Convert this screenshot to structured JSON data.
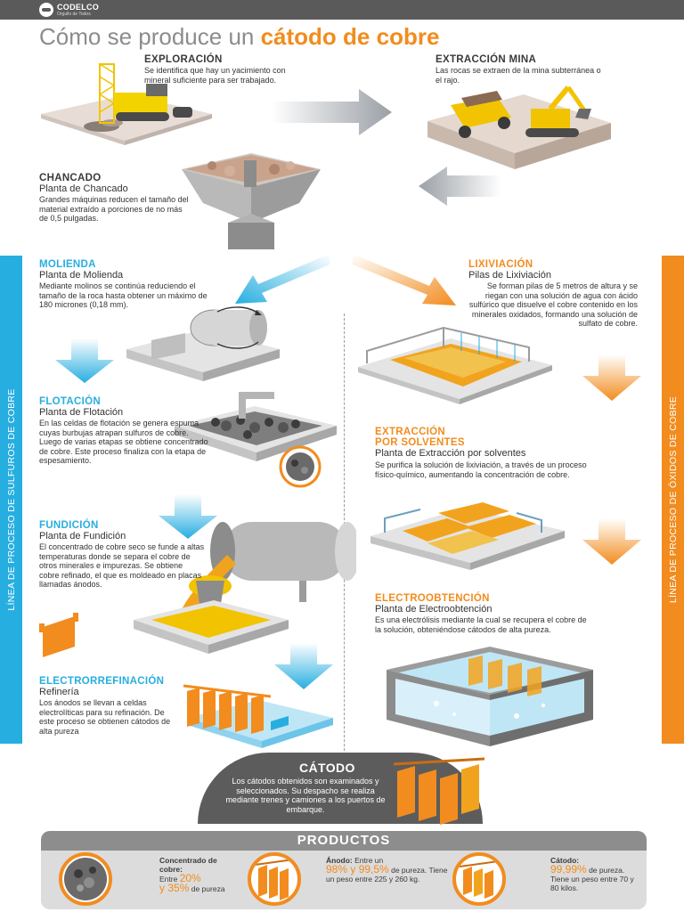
{
  "brand": {
    "name": "CODELCO",
    "tagline": "Orgullo de Todos"
  },
  "title": {
    "part1": "Cómo se produce un ",
    "part2": "cátodo de cobre"
  },
  "colors": {
    "blue": "#27aee0",
    "orange": "#f28c1e",
    "grey": "#8c8c8c",
    "dark": "#5c5c5c"
  },
  "side_labels": {
    "left": "LÍNEA DE PROCESO DE SULFUROS DE COBRE",
    "right": "LÍNEA DE PROCESO DE ÓXIDOS DE COBRE"
  },
  "exploracion": {
    "title": "EXPLORACIÓN",
    "desc": "Se identifica que hay un yacimiento con mineral suficiente para ser trabajado."
  },
  "extraccion_mina": {
    "title": "EXTRACCIÓN MINA",
    "desc": "Las rocas se extraen de la mina subterránea o el rajo."
  },
  "chancado": {
    "title": "CHANCADO",
    "subtitle": "Planta de Chancado",
    "desc": "Grandes máquinas reducen el tamaño del material extraído a porciones de no más de 0,5 pulgadas."
  },
  "molienda": {
    "title": "MOLIENDA",
    "subtitle": "Planta de Molienda",
    "desc": "Mediante molinos se continúa reduciendo el tamaño de la roca hasta obtener un máximo de 180 micrones (0,18 mm)."
  },
  "flotacion": {
    "title": "FLOTACIÓN",
    "subtitle": "Planta de Flotación",
    "desc": "En las celdas de flotación se genera espuma cuyas burbujas atrapan sulfuros de cobre. Luego de varias etapas se obtiene concentrado de cobre. Este proceso finaliza con la etapa de espesamiento."
  },
  "fundicion": {
    "title": "FUNDICIÓN",
    "subtitle": "Planta de Fundición",
    "desc": "El concentrado de cobre seco se funde a altas temperaturas donde se separa el cobre de otros minerales e impurezas. Se obtiene cobre refinado, el que es moldeado en placas llamadas ánodos."
  },
  "electrorrefinacion": {
    "title": "ELECTRORREFINACIÓN",
    "subtitle": "Refinería",
    "desc": "Los ánodos se llevan a celdas electrolíticas para su refinación. De este proceso se obtienen cátodos de alta pureza"
  },
  "lixiviacion": {
    "title": "LIXIVIACIÓN",
    "subtitle": "Pilas de Lixiviación",
    "desc": "Se forman pilas de 5 metros de altura y se riegan con una solución de agua con ácido sulfúrico que disuelve el cobre contenido en los minerales oxidados, formando una solución de sulfato de cobre."
  },
  "extraccion_solventes": {
    "title1": "EXTRACCIÓN",
    "title2": "POR SOLVENTES",
    "subtitle": "Planta de Extracción por solventes",
    "desc": "Se purifica la solución de lixiviación, a través de un proceso físico-químico, aumentando la concentración de cobre."
  },
  "electroobtencion": {
    "title": "ELECTROOBTENCIÓN",
    "subtitle": "Planta de Electroobtención",
    "desc": "Es una electrólisis mediante la cual se recupera el cobre de la solución, obteniéndose cátodos de alta pureza."
  },
  "catodo": {
    "title": "CÁTODO",
    "desc": "Los cátodos obtenidos son examinados y seleccionados. Su despacho se realiza mediante trenes y camiones a los puertos de embarque."
  },
  "productos": {
    "title": "PRODUCTOS",
    "items": [
      {
        "label": "Concentrado de cobre:",
        "prefix": "Entre ",
        "value1": "20%",
        "mid": " y ",
        "value2": "35%",
        "suffix": " de pureza"
      },
      {
        "label": "Ánodo:",
        "prefix": " Entre un ",
        "value1": "98%",
        "mid": " y ",
        "value2": "99,5%",
        "suffix": " de pureza. Tiene un peso entre 225 y 260 kg."
      },
      {
        "label": "Cátodo:",
        "value1": "99,99%",
        "suffix": " de pureza. Tiene un peso entre 70 y 80 kilos."
      }
    ]
  }
}
